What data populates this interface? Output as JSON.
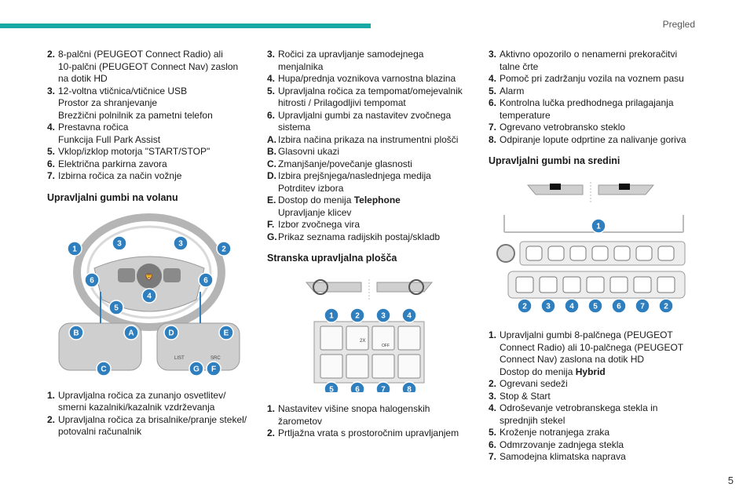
{
  "header": {
    "title": "Pregled",
    "page_number": "5"
  },
  "column1": {
    "items_top": [
      {
        "k": "2.",
        "lines": [
          "8-palčni (PEUGEOT Connect Radio) ali",
          "10-palčni (PEUGEOT Connect Nav) zaslon",
          "na dotik HD"
        ]
      },
      {
        "k": "3.",
        "lines": [
          "12-voltna vtičnica/vtičnice USB",
          "Prostor za shranjevanje",
          "Brezžični polnilnik za pametni telefon"
        ]
      },
      {
        "k": "4.",
        "lines": [
          "Prestavna ročica",
          "Funkcija Full Park Assist"
        ]
      },
      {
        "k": "5.",
        "lines": [
          "Vklop/izklop motorja \"START/STOP\""
        ]
      },
      {
        "k": "6.",
        "lines": [
          "Električna parkirna zavora"
        ]
      },
      {
        "k": "7.",
        "lines": [
          "Izbirna ročica za način vožnje"
        ]
      }
    ],
    "heading": "Upravljalni gumbi na volanu",
    "items_bottom": [
      {
        "k": "1.",
        "lines": [
          "Upravljalna ročica za zunanjo osvetlitev/",
          "smerni kazalniki/kazalnik vzdrževanja"
        ]
      },
      {
        "k": "2.",
        "lines": [
          "Upravljalna ročica za brisalnike/pranje stekel/",
          "potovalni računalnik"
        ]
      }
    ],
    "wheel_callouts": [
      "1",
      "2",
      "3",
      "3",
      "4",
      "5",
      "6",
      "6",
      "A",
      "B",
      "C",
      "D",
      "E",
      "F",
      "G"
    ],
    "wheel_labels": {
      "list": "LIST",
      "src": "SRC"
    }
  },
  "column2": {
    "items_top": [
      {
        "k": "3.",
        "lines": [
          "Ročici za upravljanje samodejnega",
          "menjalnika"
        ]
      },
      {
        "k": "4.",
        "lines": [
          "Hupa/prednja voznikova varnostna blazina"
        ]
      },
      {
        "k": "5.",
        "lines": [
          "Upravljalna ročica za tempomat/omejevalnik",
          "hitrosti / Prilagodljivi tempomat"
        ]
      },
      {
        "k": "6.",
        "lines": [
          "Upravljalni gumbi za nastavitev zvočnega",
          "sistema"
        ]
      },
      {
        "k": "A.",
        "lines": [
          "Izbira načina prikaza na instrumentni plošči"
        ]
      },
      {
        "k": "B.",
        "lines": [
          "Glasovni ukazi"
        ]
      },
      {
        "k": "C.",
        "lines": [
          "Zmanjšanje/povečanje glasnosti"
        ]
      },
      {
        "k": "D.",
        "lines": [
          "Izbira prejšnjega/naslednjega medija",
          "Potrditev izbora"
        ]
      },
      {
        "k": "E.",
        "lines": [
          "Dostop do menija "
        ],
        "bold": "Telephone",
        "extra": [
          "Upravljanje klicev"
        ]
      },
      {
        "k": "F.",
        "lines": [
          "Izbor zvočnega vira"
        ]
      },
      {
        "k": "G.",
        "lines": [
          "Prikaz seznama radijskih postaj/skladb"
        ]
      }
    ],
    "heading": "Stranska upravljalna plošča",
    "items_bottom": [
      {
        "k": "1.",
        "lines": [
          "Nastavitev višine snopa halogenskih",
          "žarometov"
        ]
      },
      {
        "k": "2.",
        "lines": [
          "Prtljažna vrata s prostoročnim upravljanjem"
        ]
      }
    ],
    "panel_callouts": [
      "1",
      "2",
      "3",
      "4",
      "5",
      "6",
      "7",
      "8"
    ],
    "panel_labels": {
      "twoX": "2X",
      "off": "OFF"
    }
  },
  "column3": {
    "items_top": [
      {
        "k": "3.",
        "lines": [
          "Aktivno opozorilo o nenamerni prekoračitvi",
          "talne črte"
        ]
      },
      {
        "k": "4.",
        "lines": [
          "Pomoč pri zadržanju vozila na voznem pasu"
        ]
      },
      {
        "k": "5.",
        "lines": [
          "Alarm"
        ]
      },
      {
        "k": "6.",
        "lines": [
          "Kontrolna lučka predhodnega prilagajanja",
          "temperature"
        ]
      },
      {
        "k": "7.",
        "lines": [
          "Ogrevano vetrobransko steklo"
        ]
      },
      {
        "k": "8.",
        "lines": [
          "Odpiranje lopute odprtine za nalivanje goriva"
        ]
      }
    ],
    "heading": "Upravljalni gumbi na sredini",
    "items_bottom": [
      {
        "k": "1.",
        "lines": [
          "Upravljalni gumbi 8-palčnega (PEUGEOT",
          "Connect Radio) ali 10-palčnega (PEUGEOT",
          "Connect Nav) zaslona na dotik HD",
          "Dostop do menija "
        ],
        "bold": "Hybrid"
      },
      {
        "k": "2.",
        "lines": [
          "Ogrevani sedeži"
        ]
      },
      {
        "k": "3.",
        "lines": [
          "Stop & Start"
        ]
      },
      {
        "k": "4.",
        "lines": [
          "Odroševanje vetrobranskega stekla in",
          "sprednjih stekel"
        ]
      },
      {
        "k": "5.",
        "lines": [
          "Kroženje notranjega zraka"
        ]
      },
      {
        "k": "6.",
        "lines": [
          "Odmrzovanje zadnjega stekla"
        ]
      },
      {
        "k": "7.",
        "lines": [
          "Samodejna klimatska naprava"
        ]
      }
    ],
    "console_callouts": [
      "1",
      "2",
      "3",
      "4",
      "5",
      "6",
      "7",
      "2"
    ]
  },
  "colors": {
    "accent": "#18a9a4",
    "callout": "#2f7fbf"
  }
}
